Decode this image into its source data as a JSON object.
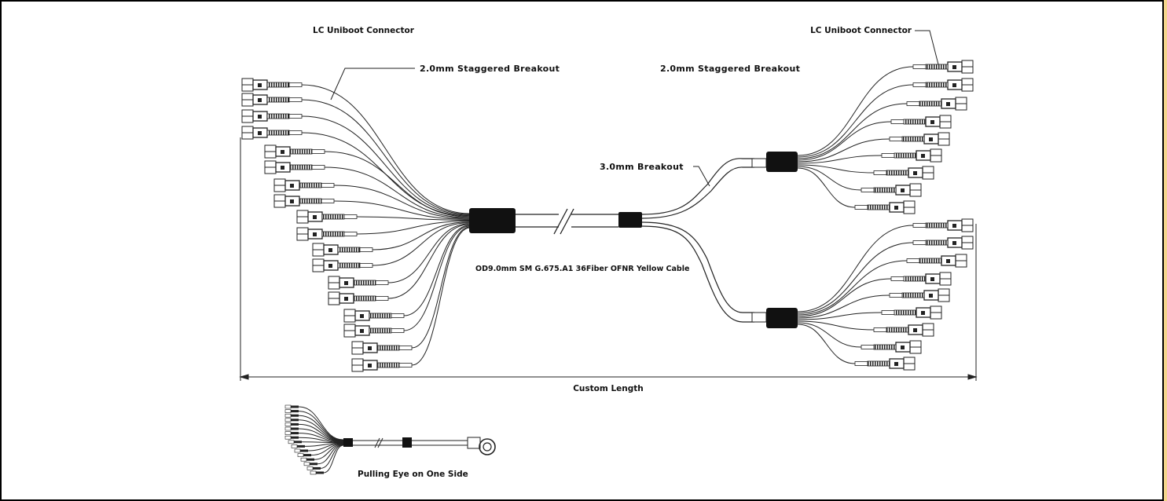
{
  "labels": {
    "lc_left": "LC Uniboot Connector",
    "lc_right": "LC Uniboot Connector",
    "stag_left": "2.0mm Staggered Breakout",
    "stag_right": "2.0mm Staggered Breakout",
    "breakout3": "3.0mm Breakout",
    "cable": "OD9.0mm SM G.675.A1 36Fiber OFNR Yellow Cable",
    "length": "Custom Length",
    "pulling_eye": "Pulling Eye on One Side"
  },
  "colors": {
    "line": "#222222",
    "furcation": "#111111",
    "frame_accent": "#f4d58c"
  },
  "components": {
    "left_fan_connectors": 18,
    "right_upper_connectors": 9,
    "right_lower_connectors": 9
  }
}
